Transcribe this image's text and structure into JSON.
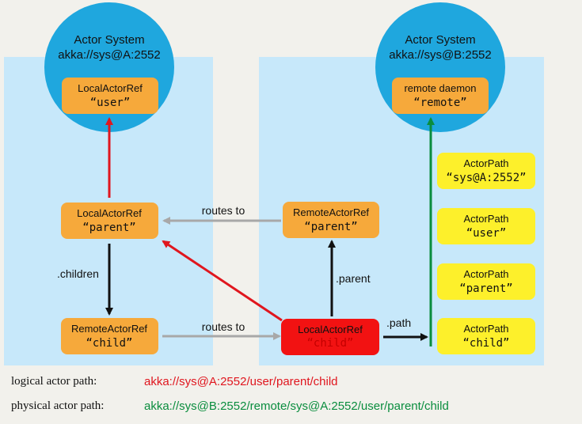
{
  "systems": {
    "a": {
      "title": "Actor System",
      "address": "akka://sys@A:2552"
    },
    "b": {
      "title": "Actor System",
      "address": "akka://sys@B:2552"
    }
  },
  "nodes": {
    "user_ref": {
      "kind": "LocalActorRef",
      "name": "“user”"
    },
    "parent_local": {
      "kind": "LocalActorRef",
      "name": "“parent”"
    },
    "child_remote": {
      "kind": "RemoteActorRef",
      "name": "“child”"
    },
    "daemon": {
      "kind": "remote daemon",
      "name": "“remote”"
    },
    "parent_remote": {
      "kind": "RemoteActorRef",
      "name": "“parent”"
    },
    "child_local": {
      "kind": "LocalActorRef",
      "name": "“child”"
    }
  },
  "paths": [
    {
      "kind": "ActorPath",
      "name": "“sys@A:2552”"
    },
    {
      "kind": "ActorPath",
      "name": "“user”"
    },
    {
      "kind": "ActorPath",
      "name": "“parent”"
    },
    {
      "kind": "ActorPath",
      "name": "“child”"
    }
  ],
  "edges": {
    "routes_to_top": "routes to",
    "routes_to_bottom": "routes to",
    "children": ".children",
    "parent": ".parent",
    "path": ".path"
  },
  "legend": {
    "logical_label": "logical actor path:",
    "logical_value": "akka://sys@A:2552/user/parent/child",
    "physical_label": "physical actor path:",
    "physical_value": "akka://sys@B:2552/remote/sys@A:2552/user/parent/child"
  },
  "colors": {
    "panel": "#c7e8fa",
    "system_circle": "#1fa7de",
    "ref_box": "#f6a93b",
    "ref_box_highlight": "#f21212",
    "path_box": "#fdf02b",
    "arrow_red": "#e0161e",
    "arrow_green": "#0a8d3e",
    "arrow_gray": "#a8a8a8",
    "arrow_black": "#111111"
  }
}
